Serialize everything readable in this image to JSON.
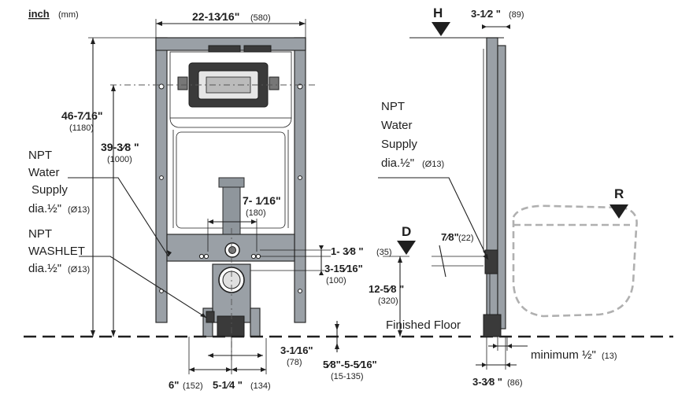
{
  "units": {
    "primary": "inch",
    "secondary": "(mm)"
  },
  "labels": {
    "H": "H",
    "D": "D",
    "R": "R",
    "finished_floor": "Finished Floor",
    "npt_left": {
      "l1": "NPT",
      "l2": "Water",
      "l3": "Supply",
      "l4": "dia.½\"",
      "mm": "(Ø13)"
    },
    "npt_right": {
      "l1": "NPT",
      "l2": "Water",
      "l3": "Supply",
      "l4": "dia.½\"",
      "mm": "(Ø13)"
    },
    "washlet": {
      "l1": "NPT",
      "l2": "WASHLET",
      "l3": "dia.½\"",
      "mm": "(Ø13)"
    },
    "minimum": {
      "text": "minimum ½\"",
      "mm": "(13)"
    }
  },
  "dimensions": {
    "width_top": {
      "in": "22-13⁄16\"",
      "mm": "(580)"
    },
    "height_total": {
      "in": "46-7⁄16\"",
      "mm": "(1180)"
    },
    "height_mount": {
      "in": "39-3⁄8 \"",
      "mm": "(1000)"
    },
    "pipe_center": {
      "in": "7- 1⁄16\"",
      "mm": "(180)"
    },
    "d1": {
      "in": "1- 3⁄8 \"",
      "mm": "(35)"
    },
    "d2": {
      "in": "3-15⁄16\"",
      "mm": "(100)"
    },
    "d3": {
      "in": "12-5⁄8 \"",
      "mm": "(320)"
    },
    "d4": {
      "in": "3-1⁄16\"",
      "mm": "(78)"
    },
    "d5": {
      "in": "5⁄8\"-5-5⁄16\"",
      "mm": "(15-135)"
    },
    "bottom_a": {
      "in": "6\"",
      "mm": "(152)"
    },
    "bottom_b": {
      "in": "5-1⁄4 \"",
      "mm": "(134)"
    },
    "side_top": {
      "in": "3-1⁄2 \"",
      "mm": "(89)"
    },
    "side_seven_eighths": {
      "in": "7⁄8\"",
      "mm": "(22)"
    },
    "side_bottom": {
      "in": "3-3⁄8 \"",
      "mm": "(86)"
    }
  }
}
